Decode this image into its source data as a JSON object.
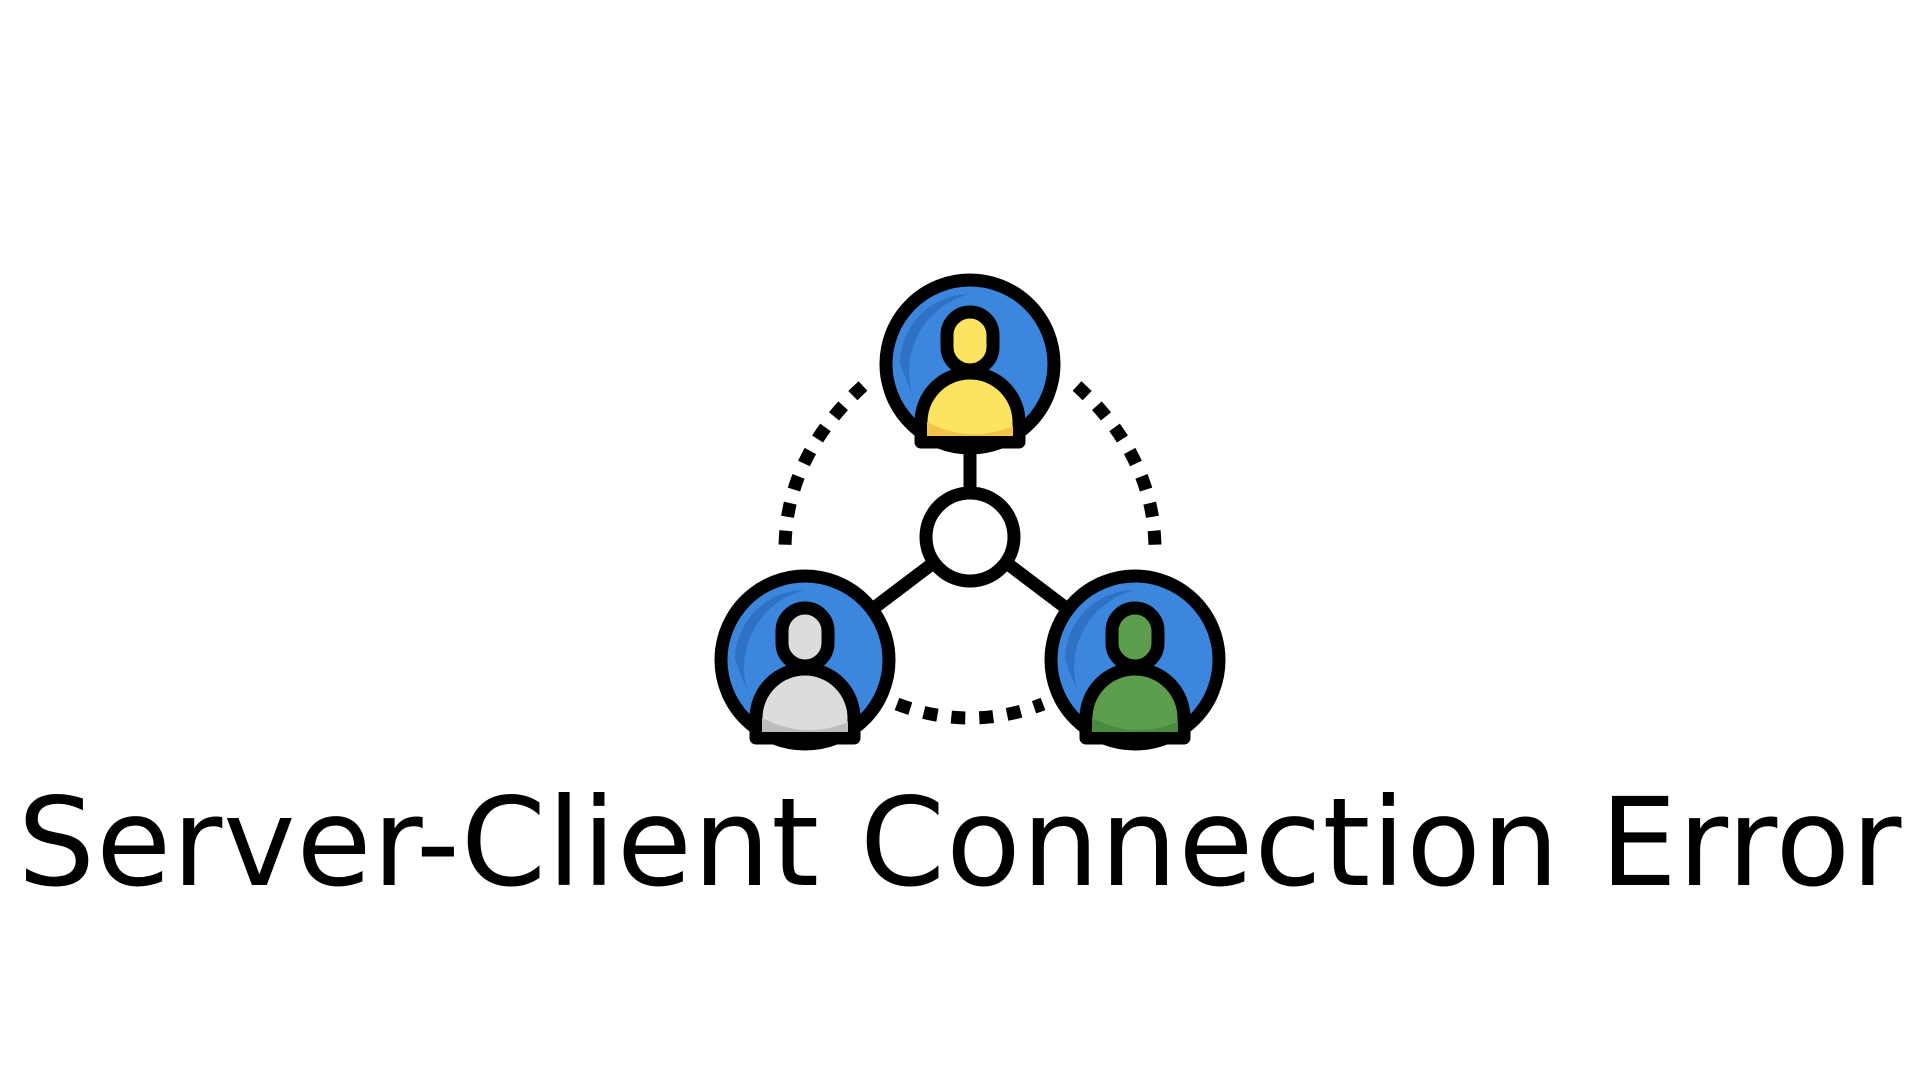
{
  "error": {
    "title": "Server-Client Connection Error"
  },
  "illustration": {
    "icon": "network-users-icon",
    "nodes": [
      {
        "name": "top-user",
        "color": "#FBE461",
        "shade": "#F4C34A"
      },
      {
        "name": "left-user",
        "color": "#DCDCDC",
        "shade": "#BDBDBD"
      },
      {
        "name": "right-user",
        "color": "#5C9E4E",
        "shade": "#4A8A3E"
      }
    ],
    "colors": {
      "circle": "#3D86DD",
      "circle_shade": "#2F71C4",
      "stroke": "#000000",
      "hub": "#FFFFFF"
    }
  }
}
